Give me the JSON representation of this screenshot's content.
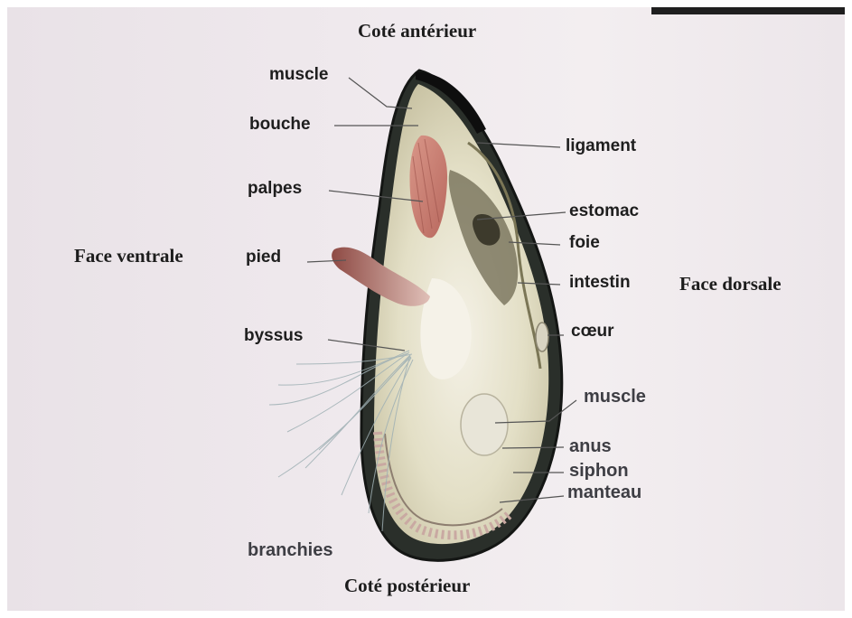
{
  "axes": {
    "top": "Coté antérieur",
    "bottom": "Coté postérieur",
    "left": "Face ventrale",
    "right": "Face dorsale"
  },
  "labels": {
    "muscle_top": "muscle",
    "bouche": "bouche",
    "palpes": "palpes",
    "pied": "pied",
    "byssus": "byssus",
    "branchies": "branchies",
    "ligament": "ligament",
    "estomac": "estomac",
    "foie": "foie",
    "intestin": "intestin",
    "coeur": "cœur",
    "muscle_bottom": "muscle",
    "anus": "anus",
    "siphon": "siphon",
    "manteau": "manteau"
  },
  "colors": {
    "shell": "#1c1f1c",
    "palpes": "#c9847a",
    "pied": "#b8706a",
    "mantle": "#eae6cf",
    "gills": "#c9a9a2"
  }
}
